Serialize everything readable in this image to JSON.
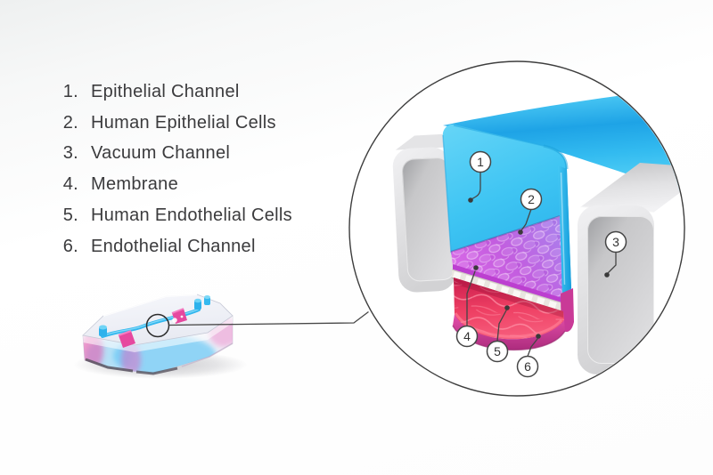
{
  "legend": {
    "items": [
      {
        "num": "1.",
        "label": "Epithelial Channel"
      },
      {
        "num": "2.",
        "label": "Human Epithelial Cells"
      },
      {
        "num": "3.",
        "label": "Vacuum Channel"
      },
      {
        "num": "4.",
        "label": "Membrane"
      },
      {
        "num": "5.",
        "label": "Human Endothelial Cells"
      },
      {
        "num": "6.",
        "label": "Endothelial Channel"
      }
    ]
  },
  "callouts": [
    {
      "n": "1",
      "refers_to": "Epithelial Channel"
    },
    {
      "n": "2",
      "refers_to": "Human Epithelial Cells"
    },
    {
      "n": "3",
      "refers_to": "Vacuum Channel"
    },
    {
      "n": "4",
      "refers_to": "Membrane"
    },
    {
      "n": "5",
      "refers_to": "Human Endothelial Cells"
    },
    {
      "n": "6",
      "refers_to": "Endothelial Channel"
    }
  ],
  "colors": {
    "epithelial_channel_blue": "#2fb9ef",
    "epithelial_cells_purple": "#c05fe0",
    "vacuum_channel_gray": "#dcdcde",
    "membrane_white": "#efece8",
    "endothelial_cells_red": "#ee3f63",
    "endothelial_channel_magenta": "#d43f9d"
  }
}
